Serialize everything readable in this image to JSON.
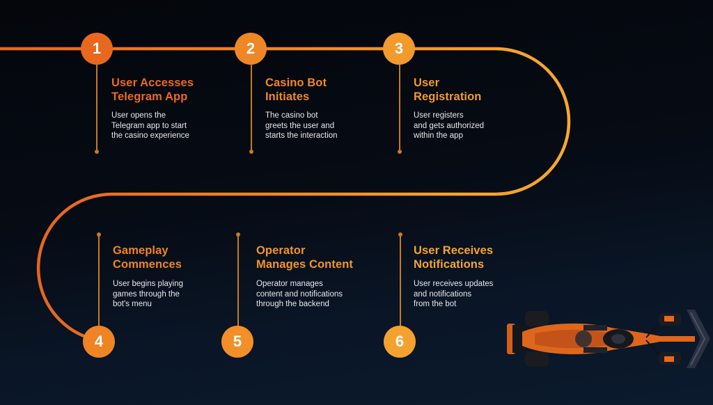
{
  "diagram": {
    "type": "process-timeline",
    "colors": {
      "track_start": "#e8651e",
      "track_mid": "#f08a22",
      "track_end": "#f7a92e",
      "stem": "#c97a22",
      "text_body": "#e8e8ea"
    },
    "steps": [
      {
        "number": "1",
        "title": "User Accesses\nTelegram App",
        "description": "User opens the\nTelegram app to start\nthe casino experience",
        "color": "#e8681f",
        "title_color": "#ea6a1f"
      },
      {
        "number": "2",
        "title": "Casino Bot\nInitiates",
        "description": "The casino bot\ngreets the user and\nstarts the interaction",
        "color": "#ef8726",
        "title_color": "#ef8726"
      },
      {
        "number": "3",
        "title": "User\nRegistration",
        "description": "User registers\nand gets authorized\nwithin the app",
        "color": "#f29a2c",
        "title_color": "#f29a2c"
      },
      {
        "number": "4",
        "title": "Gameplay\nCommences",
        "description": "User begins playing\ngames through the\nbot's menu",
        "color": "#ef8425",
        "title_color": "#ef8425"
      },
      {
        "number": "5",
        "title": "Operator\nManages Content",
        "description": "Operator manages\ncontent and notifications\nthrough the backend",
        "color": "#f28f28",
        "title_color": "#f3952a"
      },
      {
        "number": "6",
        "title": "User Receives\nNotifications",
        "description": "User receives updates\nand notifications\nfrom the bot",
        "color": "#f4a22f",
        "title_color": "#f5a530"
      }
    ],
    "illustration": "race-car-top-view"
  }
}
